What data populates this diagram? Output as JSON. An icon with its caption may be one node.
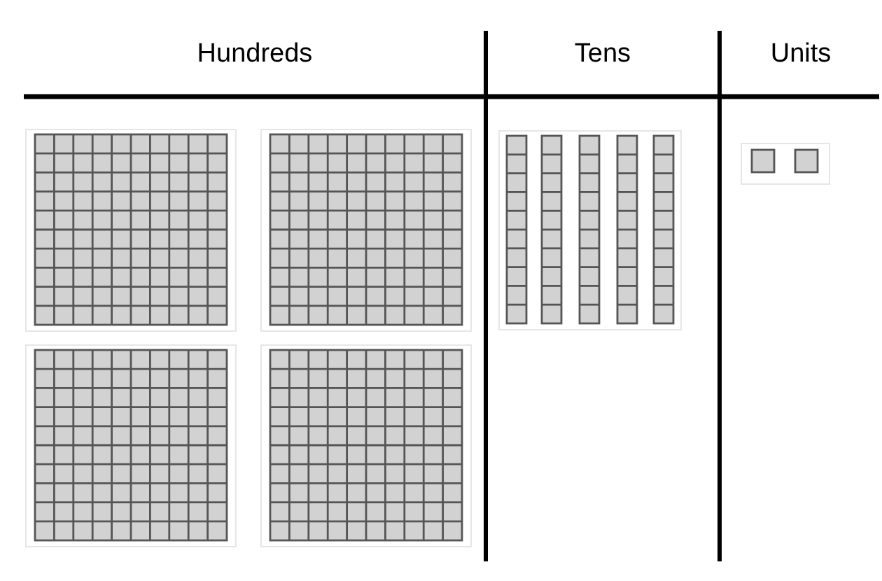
{
  "diagram": {
    "labels": [
      "Hundreds",
      "Tens",
      "Units"
    ]
  }
}
